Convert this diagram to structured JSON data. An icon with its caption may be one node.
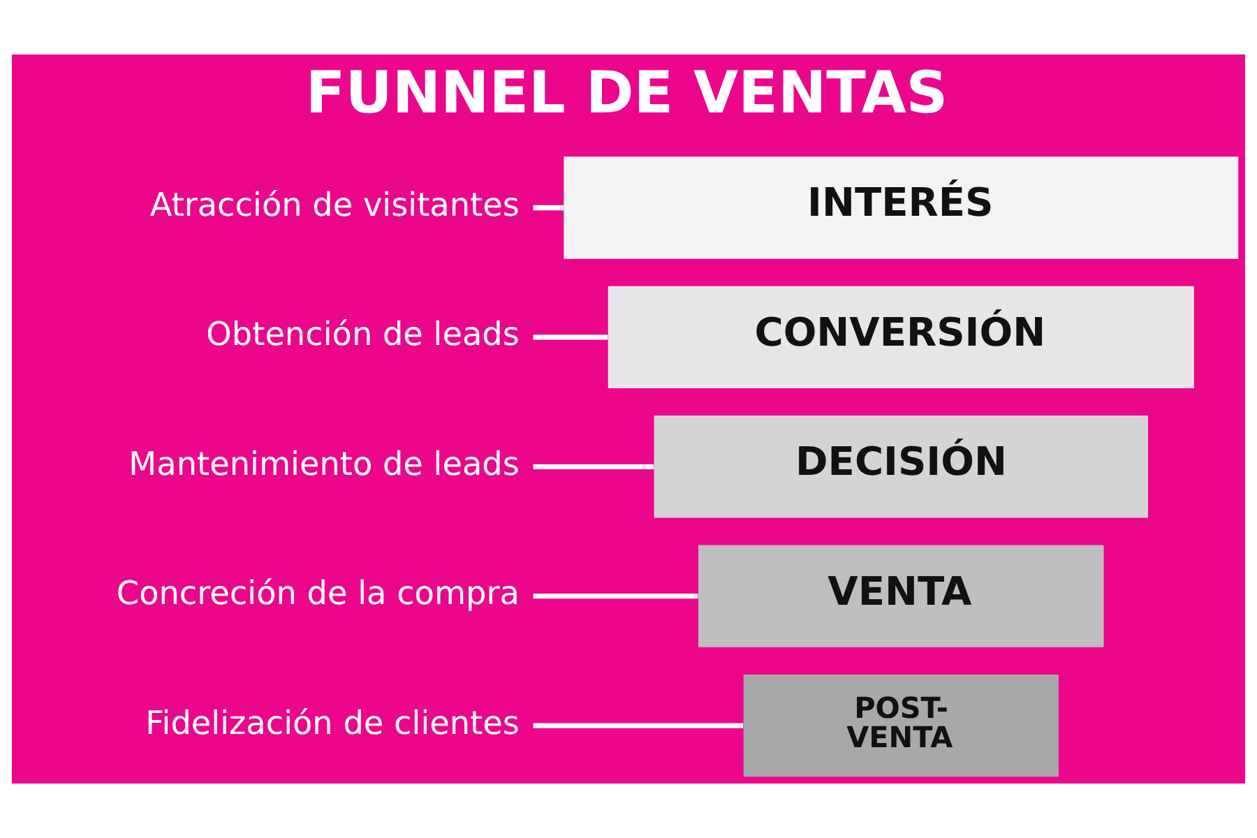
{
  "diagram": {
    "title": "FUNNEL DE VENTAS",
    "nodes": [
      {
        "text": [
          "Atracción de visitantes"
        ]
      },
      {
        "text": [
          "INTERÉS"
        ]
      },
      {
        "text": [
          "Obtención de leads"
        ]
      },
      {
        "text": [
          "CONVERSIÓN"
        ]
      },
      {
        "text": [
          "Mantenimiento de leads"
        ]
      },
      {
        "text": [
          "DECISIÓN"
        ]
      },
      {
        "text": [
          "Concreción de la compra"
        ]
      },
      {
        "text": [
          "VENTA"
        ]
      },
      {
        "text": [
          "Fidelización de clientes"
        ]
      },
      {
        "text": [
          "POST-VENTA"
        ]
      }
    ],
    "edges": [
      {
        "from": 0,
        "to": 1,
        "arrow": "none"
      },
      {
        "from": 2,
        "to": 3,
        "arrow": "none"
      },
      {
        "from": 4,
        "to": 5,
        "arrow": "none"
      },
      {
        "from": 6,
        "to": 7,
        "arrow": "none"
      },
      {
        "from": 8,
        "to": 9,
        "arrow": "none"
      }
    ]
  }
}
